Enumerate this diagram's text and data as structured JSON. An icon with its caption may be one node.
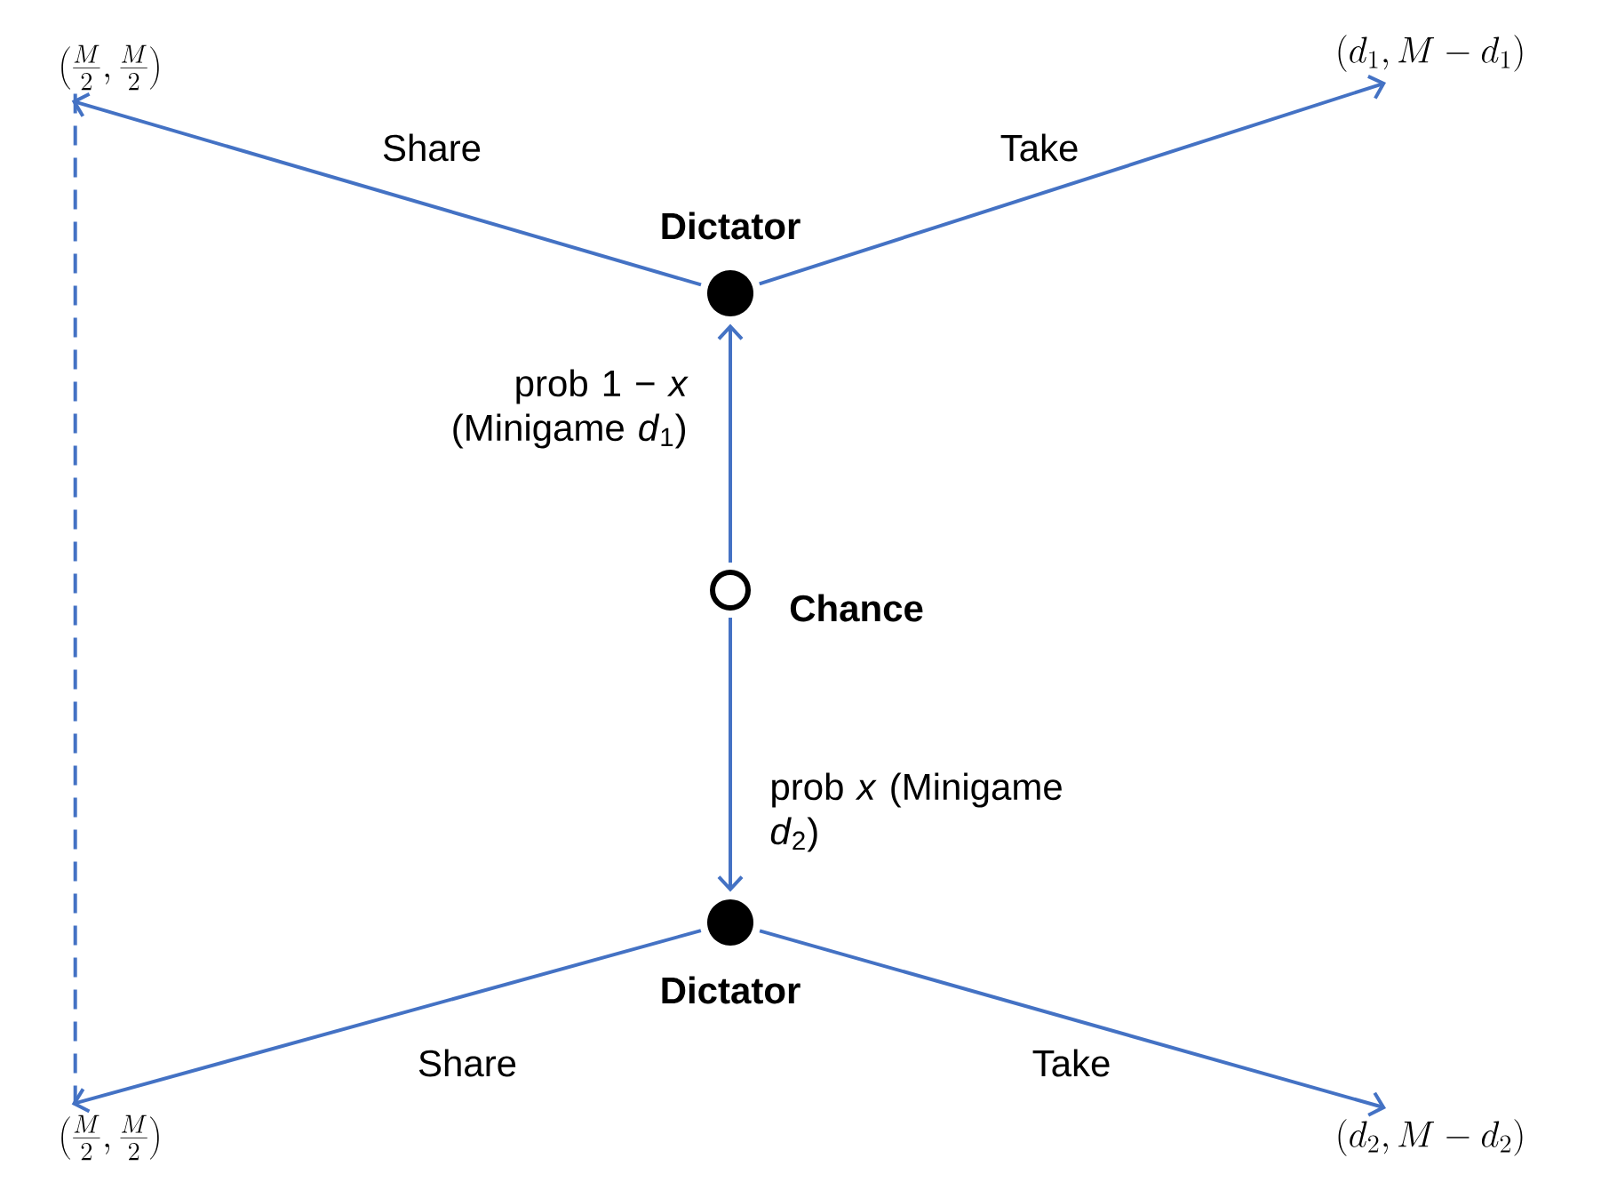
{
  "diagram": {
    "nodes": [
      {
        "text": [
          "\\left(\\frac{M}{2},\\frac{M}{2}\\right)"
        ]
      },
      {
        "text": [
          "(d_1,M-d_1)"
        ]
      },
      {
        "text": [],
        "shape": "circle",
        "beside": [
          "Dictator"
        ]
      },
      {
        "text": [],
        "shape": "circle",
        "beside": [
          "Chance"
        ]
      },
      {
        "text": [],
        "shape": "circle",
        "beside": [
          "Dictator"
        ]
      },
      {
        "text": [
          "\\left(\\frac{M}{2},\\frac{M}{2}\\right)"
        ]
      },
      {
        "text": [
          "(d_2,M-d_2)"
        ]
      }
    ],
    "edges": [
      {
        "from": 2,
        "to": 0,
        "arrow": "to",
        "label": "Share"
      },
      {
        "from": 2,
        "to": 1,
        "arrow": "to",
        "label": "Take"
      },
      {
        "from": 3,
        "to": 2,
        "arrow": "to",
        "label": "prob 1 − *x* (Minigame *d*$_{1}$)"
      },
      {
        "from": 3,
        "to": 4,
        "arrow": "to",
        "label": "prob *x* (Minigame *d*$_{2}$)"
      },
      {
        "from": 4,
        "to": 5,
        "arrow": "to",
        "label": "Share"
      },
      {
        "from": 4,
        "to": 6,
        "arrow": "to",
        "label": "Take"
      },
      {
        "from": 0,
        "to": 5,
        "arrow": "none",
        "style": "dashed"
      }
    ]
  }
}
